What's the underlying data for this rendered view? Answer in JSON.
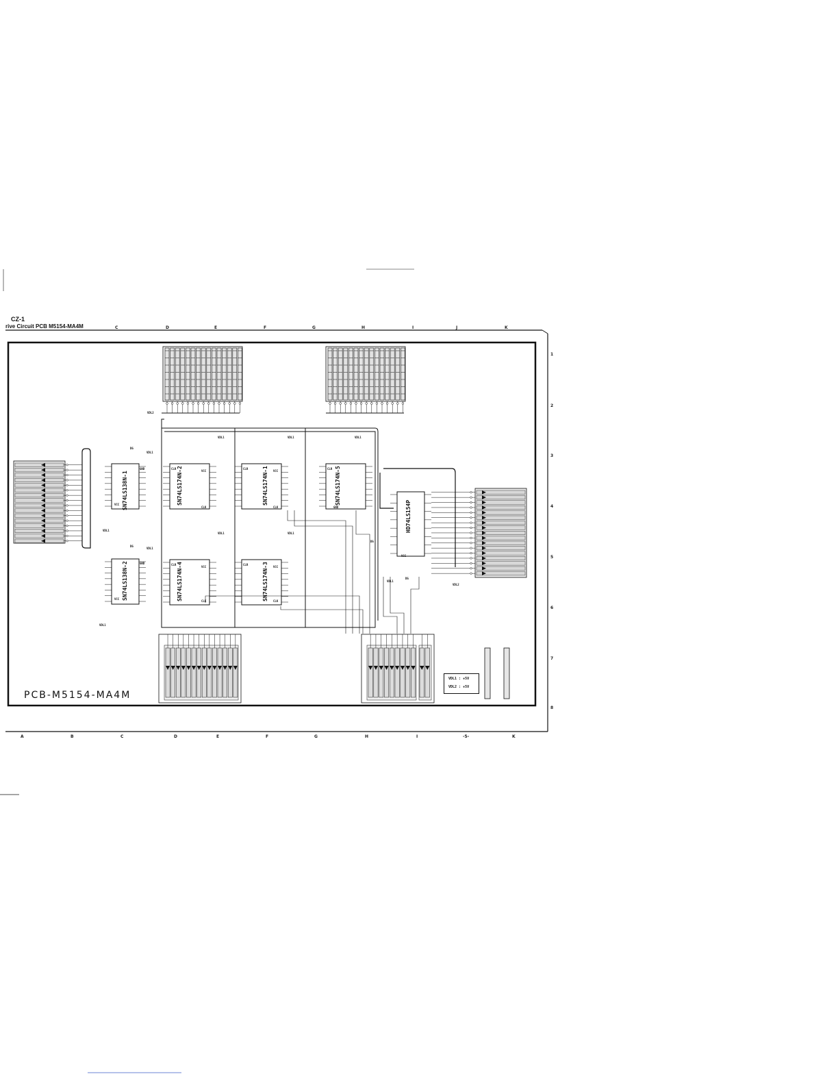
{
  "header": {
    "page_number": "CZ-1",
    "title": "rive Circuit PCB M5154-MA4M"
  },
  "grid": {
    "columns_top": [
      "C",
      "D",
      "E",
      "F",
      "G",
      "H",
      "I",
      "J",
      "K"
    ],
    "columns_bottom": [
      "A",
      "B",
      "C",
      "D",
      "E",
      "F",
      "G",
      "H",
      "I",
      "-5-",
      "K"
    ],
    "rows": [
      "1",
      "2",
      "3",
      "4",
      "5",
      "6",
      "7",
      "8"
    ]
  },
  "board_name": "PCB-M5154-MA4M",
  "notes": {
    "vdl1": "VDL1 : +5V",
    "vdl2": "VDL2 : +5V"
  },
  "chips": {
    "u_ls138_1": "SN74LS138N-1",
    "u_ls138_2": "SN74LS138N-2",
    "u_ls174_1": "SN74LS174N-1",
    "u_ls174_2": "SN74LS174N-2",
    "u_ls174_3": "SN74LS174N-3",
    "u_ls174_4": "SN74LS174N-4",
    "u_ls174_5": "SN74LS174N-5",
    "u_ls154": "HD74LS154P"
  },
  "pins": {
    "gnd": "GND",
    "vcc": "VCC",
    "clr": "CLR",
    "clk": "CLK"
  },
  "nets": {
    "vdl1": "VDL1",
    "vdl2": "VDL2",
    "dg": "DG"
  }
}
